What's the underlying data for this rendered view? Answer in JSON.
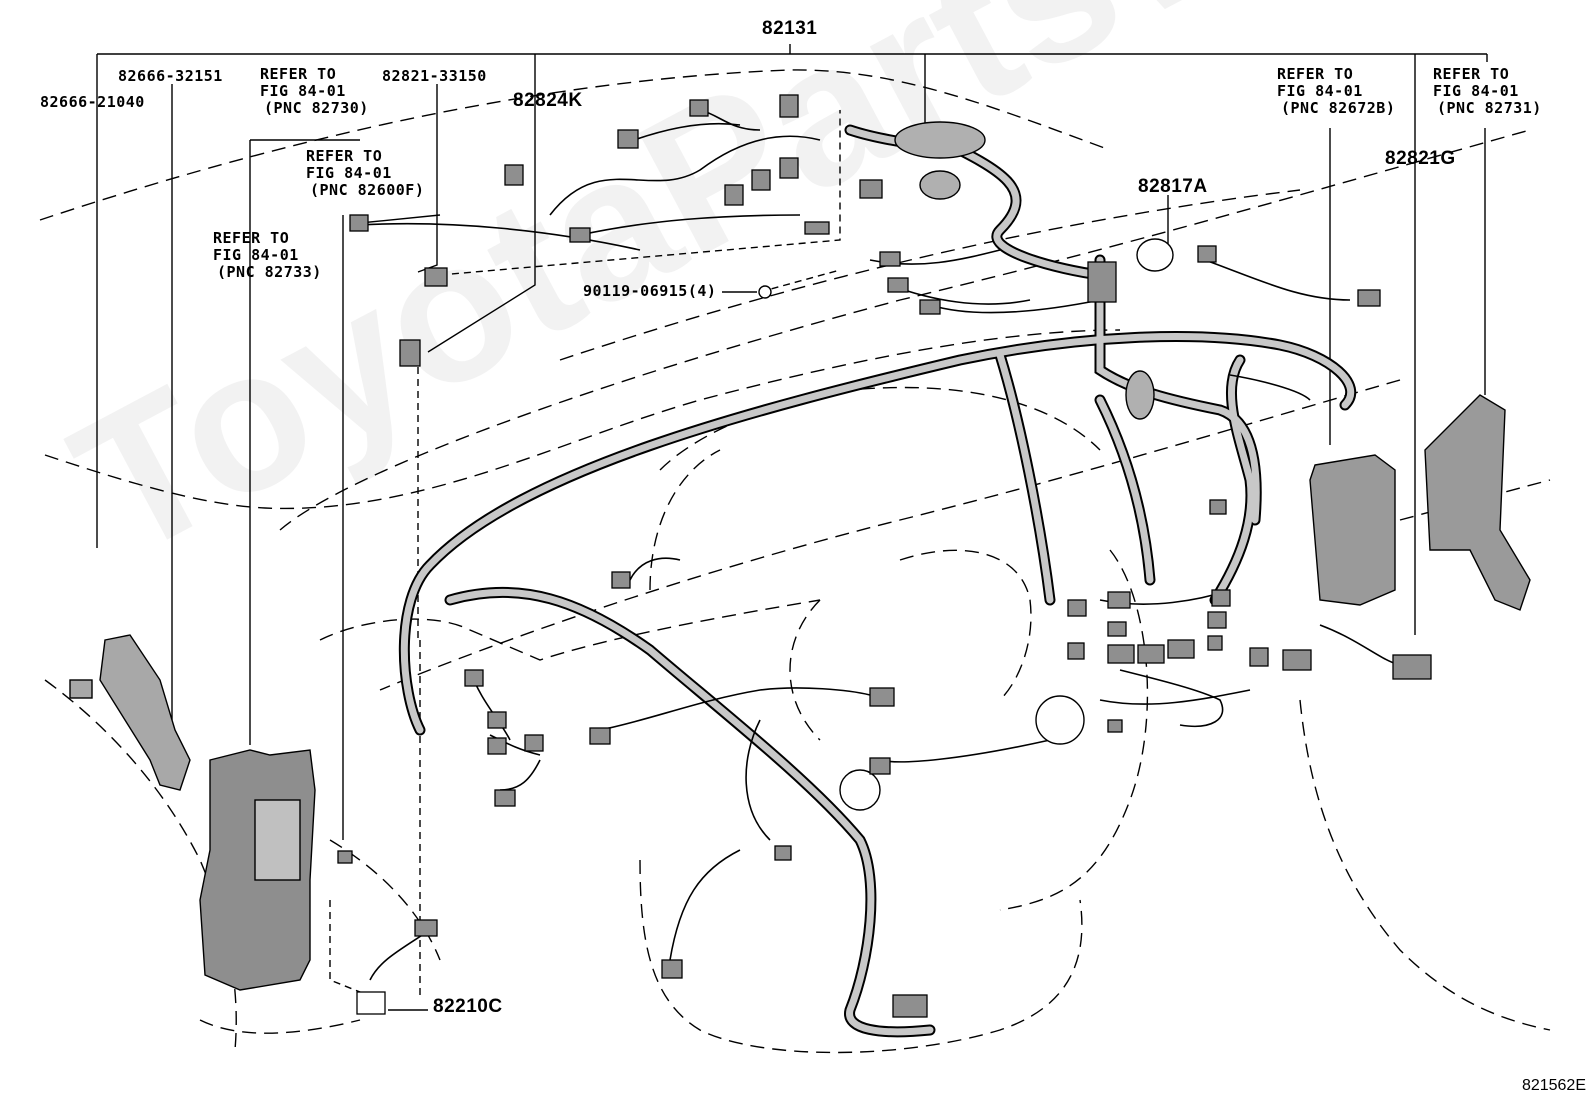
{
  "labels": {
    "main_harness": "82131",
    "p_82666_32151": "82666-32151",
    "p_82666_21040": "82666-21040",
    "p_82821_33150": "82821-33150",
    "p_82824k": "82824K",
    "p_82817a": "82817A",
    "p_82821g": "82821G",
    "p_90119": "90119-06915(4)",
    "p_82210c": "82210C"
  },
  "references": [
    {
      "line1": "REFER TO",
      "line2": "FIG 84-01",
      "line3": "(PNC 82730)"
    },
    {
      "line1": "REFER TO",
      "line2": "FIG 84-01",
      "line3": "(PNC 82600F)"
    },
    {
      "line1": "REFER TO",
      "line2": "FIG 84-01",
      "line3": "(PNC 82733)"
    },
    {
      "line1": "REFER TO",
      "line2": "FIG 84-01",
      "line3": "(PNC 82672B)"
    },
    {
      "line1": "REFER TO",
      "line2": "FIG 84-01",
      "line3": "(PNC 82731)"
    }
  ],
  "figure_code": "821562E",
  "watermark": "ToyotaPartsWhere",
  "colors": {
    "line": "#000000",
    "harness_fill": "#b8b8b8",
    "part_fill": "#9a9a9a",
    "background": "#ffffff"
  }
}
